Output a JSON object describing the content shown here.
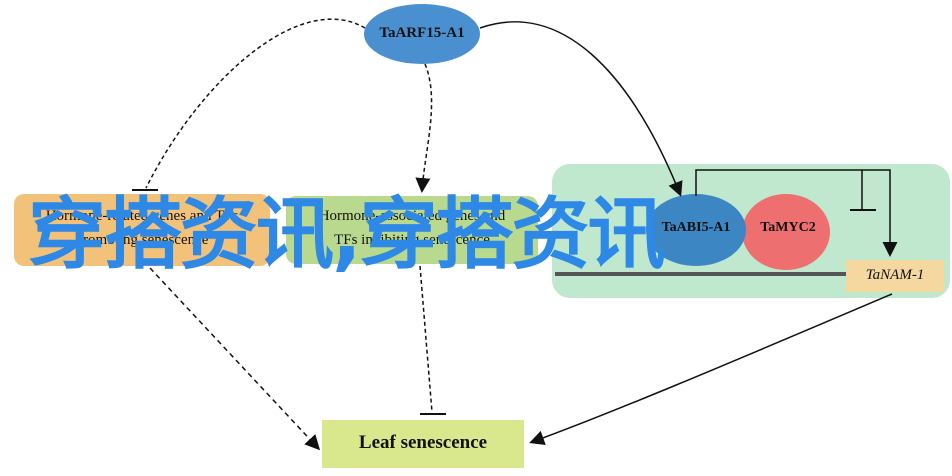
{
  "nodes": {
    "taarf": "TaARF15-A1",
    "hormone_left": "Hormone-related genes and TFs promoting senescence",
    "hormone_left_line1": "Hormone-related genes and TFs",
    "hormone_left_line2": "promoting senescence",
    "hormone_mid_line1": "Hormone-associated genes and",
    "hormone_mid_line2": "TFs inhibiting senescence",
    "taabi": "TaABI5-A1",
    "tamyc2": "TaMYC2",
    "tanam": "TaNAM-1",
    "leaf": "Leaf senescence"
  },
  "watermark": "穿搭资讯,穿搭资讯",
  "colors": {
    "taarf_fill": "#4a90d0",
    "orange_box": "#f2c27a",
    "green_box": "#b8d98e",
    "complex_box": "#bfe8cf",
    "taabi_fill": "#3c86c4",
    "tamyc2_fill": "#ee6f6f",
    "leaf_box": "#d9e88c",
    "tanam_box": "#f4d8a0",
    "watermark": "#2d88e6"
  }
}
